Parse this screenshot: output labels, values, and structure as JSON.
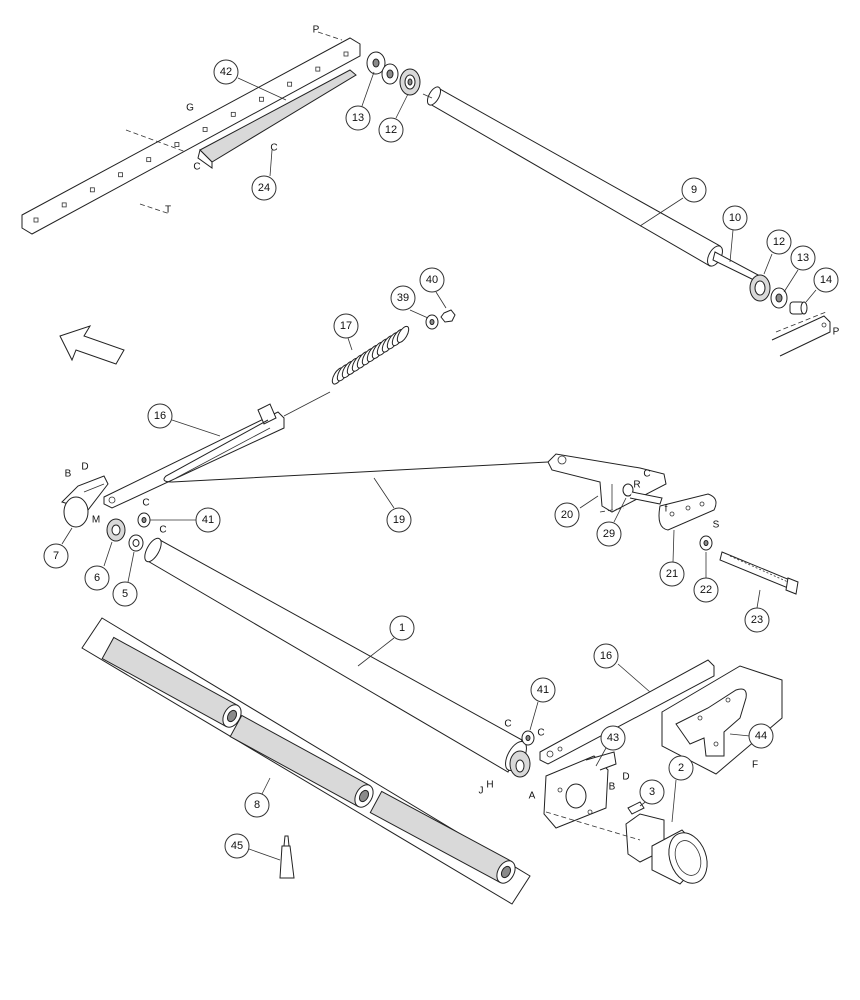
{
  "diagram": {
    "callouts": [
      {
        "id": "c42",
        "label": "42"
      },
      {
        "id": "c13a",
        "label": "13"
      },
      {
        "id": "c12a",
        "label": "12"
      },
      {
        "id": "c24",
        "label": "24"
      },
      {
        "id": "c9",
        "label": "9"
      },
      {
        "id": "c10",
        "label": "10"
      },
      {
        "id": "c12b",
        "label": "12"
      },
      {
        "id": "c13b",
        "label": "13"
      },
      {
        "id": "c14",
        "label": "14"
      },
      {
        "id": "c40",
        "label": "40"
      },
      {
        "id": "c39",
        "label": "39"
      },
      {
        "id": "c17",
        "label": "17"
      },
      {
        "id": "c16a",
        "label": "16"
      },
      {
        "id": "c41a",
        "label": "41"
      },
      {
        "id": "c7",
        "label": "7"
      },
      {
        "id": "c6",
        "label": "6"
      },
      {
        "id": "c5",
        "label": "5"
      },
      {
        "id": "c19",
        "label": "19"
      },
      {
        "id": "c20",
        "label": "20"
      },
      {
        "id": "c29",
        "label": "29"
      },
      {
        "id": "c21",
        "label": "21"
      },
      {
        "id": "c22",
        "label": "22"
      },
      {
        "id": "c23",
        "label": "23"
      },
      {
        "id": "c1",
        "label": "1"
      },
      {
        "id": "c16b",
        "label": "16"
      },
      {
        "id": "c41b",
        "label": "41"
      },
      {
        "id": "c43",
        "label": "43"
      },
      {
        "id": "c2",
        "label": "2"
      },
      {
        "id": "c3",
        "label": "3"
      },
      {
        "id": "c44",
        "label": "44"
      },
      {
        "id": "c8",
        "label": "8"
      },
      {
        "id": "c45",
        "label": "45"
      }
    ],
    "letters": [
      {
        "id": "l1",
        "text": "P"
      },
      {
        "id": "l2",
        "text": "G"
      },
      {
        "id": "l3",
        "text": "C"
      },
      {
        "id": "l4",
        "text": "C"
      },
      {
        "id": "l5",
        "text": "T"
      },
      {
        "id": "l6",
        "text": "P"
      },
      {
        "id": "l7",
        "text": "B"
      },
      {
        "id": "l8",
        "text": "D"
      },
      {
        "id": "l9",
        "text": "M"
      },
      {
        "id": "l10",
        "text": "C"
      },
      {
        "id": "l11",
        "text": "C"
      },
      {
        "id": "l12",
        "text": "R"
      },
      {
        "id": "l13",
        "text": "C"
      },
      {
        "id": "l14",
        "text": "f"
      },
      {
        "id": "l15",
        "text": "S"
      },
      {
        "id": "l16",
        "text": "C"
      },
      {
        "id": "l17",
        "text": "C"
      },
      {
        "id": "l18",
        "text": "J"
      },
      {
        "id": "l19",
        "text": "H"
      },
      {
        "id": "l20",
        "text": "A"
      },
      {
        "id": "l21",
        "text": "B"
      },
      {
        "id": "l22",
        "text": "D"
      },
      {
        "id": "l23",
        "text": "F"
      }
    ]
  }
}
